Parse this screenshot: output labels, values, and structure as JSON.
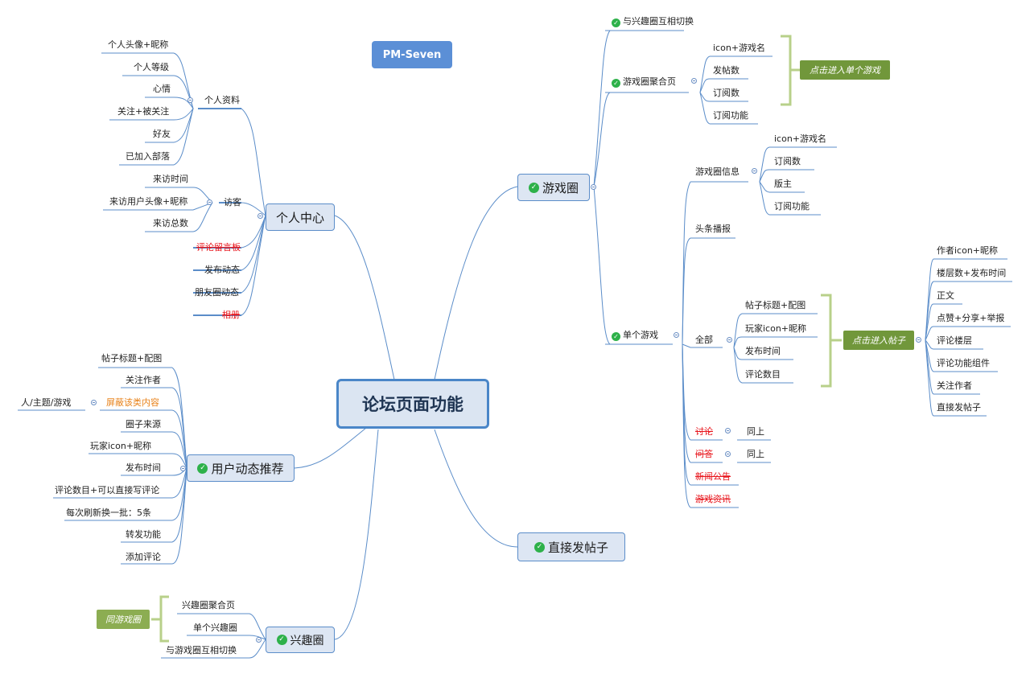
{
  "center": "论坛页面功能",
  "pm": "PM-Seven",
  "personal": {
    "title": "个人中心",
    "profile": "个人资料",
    "profile_items": [
      "个人头像+昵称",
      "个人等级",
      "心情",
      "关注+被关注",
      "好友",
      "已加入部落"
    ],
    "visitors": "访客",
    "visitor_items": [
      "来访时间",
      "来访用户头像+昵称",
      "来访总数"
    ],
    "others": [
      "评论留言板",
      "发布动态",
      "朋友圈动态",
      "相册"
    ]
  },
  "recommend": {
    "title": "用户动态推荐",
    "items": [
      "帖子标题+配图",
      "关注作者",
      "屏蔽该类内容",
      "圈子来源",
      "玩家icon+昵称",
      "发布时间",
      "评论数目+可以直接写评论",
      "每次刷新换一批：5条",
      "转发功能",
      "添加评论"
    ],
    "shield_child": "人/主题/游戏"
  },
  "interest": {
    "title": "兴趣圈",
    "items": [
      "兴趣圈聚合页",
      "单个兴趣圈",
      "与游戏圈互相切换"
    ],
    "tag": "同游戏圈"
  },
  "game": {
    "title": "游戏圈",
    "switch": "与兴趣圈互相切换",
    "aggregate": "游戏圈聚合页",
    "aggregate_items": [
      "icon+游戏名",
      "发帖数",
      "订阅数",
      "订阅功能"
    ],
    "aggregate_tag": "点击进入单个游戏",
    "single": "单个游戏",
    "info": "游戏圈信息",
    "info_items": [
      "icon+游戏名",
      "订阅数",
      "版主",
      "订阅功能"
    ],
    "headline": "头条播报",
    "all": "全部",
    "all_items": [
      "帖子标题+配图",
      "玩家icon+昵称",
      "发布时间",
      "评论数目"
    ],
    "post_tag": "点击进入帖子",
    "post_items": [
      "作者icon+昵称",
      "楼层数+发布时间",
      "正文",
      "点赞+分享+举报",
      "评论楼层",
      "评论功能组件",
      "关注作者",
      "直接发帖子"
    ],
    "discuss": "讨论",
    "qa": "问答",
    "same": "同上",
    "news": "新闻公告",
    "info_news": "游戏资讯"
  },
  "direct": {
    "title": "直接发帖子"
  }
}
